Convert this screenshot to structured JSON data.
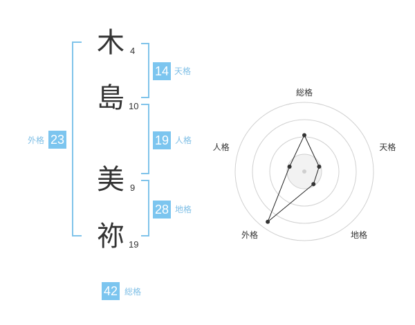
{
  "name": {
    "characters": [
      {
        "char": "木",
        "strokes": "4"
      },
      {
        "char": "島",
        "strokes": "10"
      },
      {
        "char": "美",
        "strokes": "9"
      },
      {
        "char": "祢",
        "strokes": "19"
      }
    ]
  },
  "scores": {
    "tenkaku": {
      "value": "14",
      "label": "天格"
    },
    "jinkaku": {
      "value": "19",
      "label": "人格"
    },
    "chikaku": {
      "value": "28",
      "label": "地格"
    },
    "gaikaku": {
      "value": "23",
      "label": "外格"
    },
    "soukaku": {
      "value": "42",
      "label": "総格"
    }
  },
  "colors": {
    "accent": "#7cc5ef",
    "bracket": "#7fc3ea",
    "label": "#7fbfe6",
    "text": "#333333"
  },
  "chart_data": {
    "type": "radar",
    "axes": [
      "総格",
      "天格",
      "地格",
      "外格",
      "人格"
    ],
    "max_rings": 4,
    "values": [
      2.1,
      0.9,
      0.9,
      3.6,
      0.9
    ]
  }
}
